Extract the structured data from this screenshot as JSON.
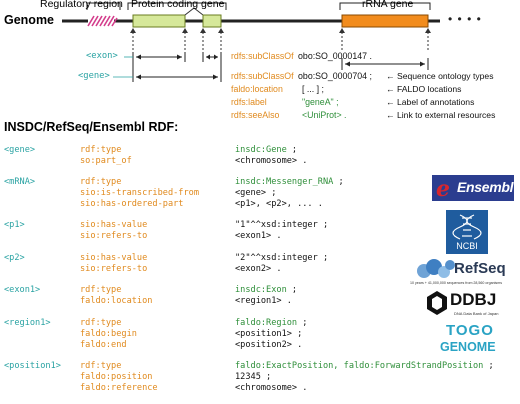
{
  "genome_label": "Genome",
  "regions": {
    "regulatory": "Regulatory region",
    "protein_coding": "Protein coding gene",
    "rrna": "rRNA gene"
  },
  "ellipsis": "• • • •",
  "feature_tags": {
    "exon": "<exon>",
    "gene": "<gene>"
  },
  "header_triples": [
    {
      "pred": "rdfs:subClassOf",
      "obj": "obo:SO_0000147 ."
    },
    {
      "pred": "rdfs:subClassOf",
      "obj": "obo:SO_0000704 ;"
    },
    {
      "pred": "faldo:location",
      "obj": "[ ... ] ;"
    },
    {
      "pred": "rdfs:label",
      "obj": "\"geneA\" ;"
    },
    {
      "pred": "rdfs:seeAlso",
      "obj": "<UniProt> ."
    }
  ],
  "annotations": [
    "← Sequence ontology types",
    "← FALDO locations",
    "← Label of annotations",
    "← Link to external resources"
  ],
  "section_title": "INSDC/RefSeq/Ensembl RDF:",
  "rdf_blocks": [
    {
      "subject": "<gene>",
      "predicates": [
        "rdf:type",
        "so:part_of"
      ],
      "objects": [
        {
          "g": "insdc:Gene",
          "b": " ;"
        },
        {
          "g": "",
          "b": "<chromosome> ."
        }
      ]
    },
    {
      "subject": "<mRNA>",
      "predicates": [
        "rdf:type",
        "sio:is-transcribed-from",
        "sio:has-ordered-part"
      ],
      "objects": [
        {
          "g": "insdc:Messenger_RNA",
          "b": " ;"
        },
        {
          "g": "",
          "b": "<gene> ;"
        },
        {
          "g": "",
          "b": "<p1>, <p2>, ... ."
        }
      ]
    },
    {
      "subject": "<p1>",
      "predicates": [
        "sio:has-value",
        "sio:refers-to"
      ],
      "objects": [
        {
          "g": "",
          "b": "\"1\"^^xsd:integer ;"
        },
        {
          "g": "",
          "b": "<exon1> ."
        }
      ]
    },
    {
      "subject": "<p2>",
      "predicates": [
        "sio:has-value",
        "sio:refers-to"
      ],
      "objects": [
        {
          "g": "",
          "b": "\"2\"^^xsd:integer ;"
        },
        {
          "g": "",
          "b": "<exon2> ."
        }
      ]
    },
    {
      "subject": "<exon1>",
      "predicates": [
        "rdf:type",
        "faldo:location"
      ],
      "objects": [
        {
          "g": "insdc:Exon",
          "b": " ;"
        },
        {
          "g": "",
          "b": "<region1> ."
        }
      ]
    },
    {
      "subject": "<region1>",
      "predicates": [
        "rdf:type",
        "faldo:begin",
        "faldo:end"
      ],
      "objects": [
        {
          "g": "faldo:Region",
          "b": " ;"
        },
        {
          "g": "",
          "b": "<position1> ;"
        },
        {
          "g": "",
          "b": "<position2> ."
        }
      ]
    },
    {
      "subject": "<position1>",
      "predicates": [
        "rdf:type",
        "faldo:position",
        "faldo:reference"
      ],
      "objects": [
        {
          "g": "faldo:ExactPosition, faldo:ForwardStrandPosition",
          "b": " ;"
        },
        {
          "g": "",
          "b": "12345 ;"
        },
        {
          "g": "",
          "b": "<chromosome> ."
        }
      ]
    }
  ],
  "logos": {
    "ensembl": "Ensembl",
    "ncbi": "NCBI",
    "refseq": "RefSeq",
    "refseq_sub": "10 years + 41,000,000 sequences from 28,560 organisms",
    "ddbj": "DDBJ",
    "ddbj_sub": "DNA Data Bank of Japan",
    "togo_1": "TOGO",
    "togo_2": "GENOME"
  },
  "colors": {
    "teal": "#2aa3a3",
    "orange": "#e08a1e",
    "green": "#2f8f3a",
    "exon_fill": "#d6e89a",
    "exon_stroke": "#6a7d20",
    "rrna_fill": "#f28c1d",
    "regulatory": "#d43c8b"
  }
}
